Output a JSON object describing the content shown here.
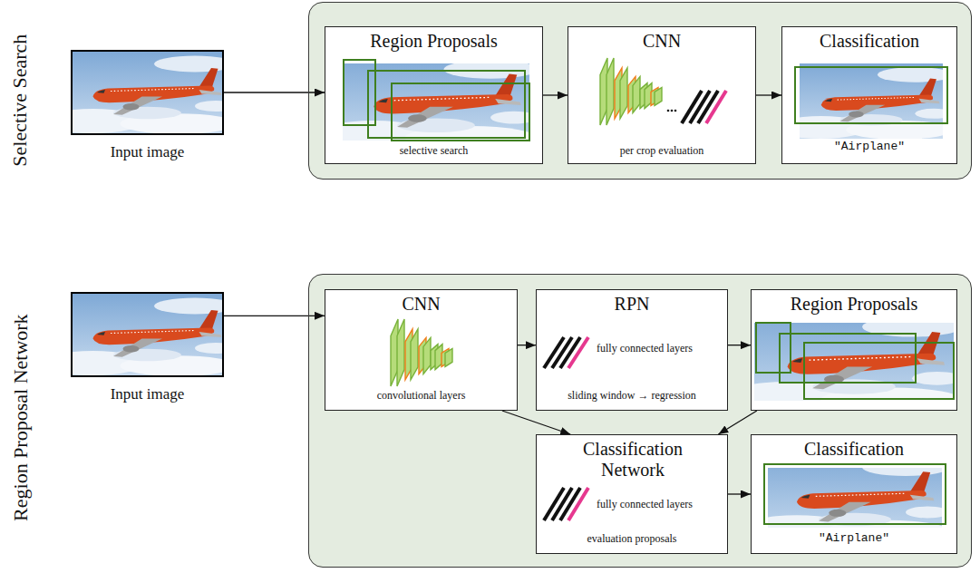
{
  "diagram": {
    "nodes": [
      {
        "text": [
          "Input image"
        ]
      },
      {
        "text": [
          "Selective Search"
        ]
      },
      {
        "text": [
          "Region Proposals",
          "selective search"
        ],
        "in": 1
      },
      {
        "text": [
          "CNN",
          "per crop evaluation"
        ],
        "in": 1
      },
      {
        "text": [
          "Classification",
          "\"Airplane\""
        ],
        "in": 1
      },
      {
        "text": [
          "Input image"
        ]
      },
      {
        "text": [
          "Region Proposal Network"
        ]
      },
      {
        "text": [
          "CNN",
          "convolutional layers"
        ],
        "in": 6
      },
      {
        "text": [
          "RPN",
          "fully connected layers",
          "sliding window → regression"
        ],
        "in": 6
      },
      {
        "text": [
          "Region Proposals"
        ],
        "in": 6
      },
      {
        "text": [
          "Classification Network",
          "fully connected layers",
          "evaluation proposals"
        ],
        "in": 6
      },
      {
        "text": [
          "Classification",
          "\"Airplane\""
        ],
        "in": 6
      }
    ],
    "edges": [
      {
        "from": 0,
        "to": 2,
        "arrow": "to"
      },
      {
        "from": 2,
        "to": 3,
        "arrow": "to"
      },
      {
        "from": 3,
        "to": 4,
        "arrow": "to"
      },
      {
        "from": 5,
        "to": 7,
        "arrow": "to"
      },
      {
        "from": 7,
        "to": 8,
        "arrow": "to"
      },
      {
        "from": 8,
        "to": 9,
        "arrow": "to"
      },
      {
        "from": 7,
        "to": 10,
        "arrow": "to"
      },
      {
        "from": 9,
        "to": 10,
        "arrow": "to"
      },
      {
        "from": 10,
        "to": 11,
        "arrow": "to"
      }
    ]
  }
}
